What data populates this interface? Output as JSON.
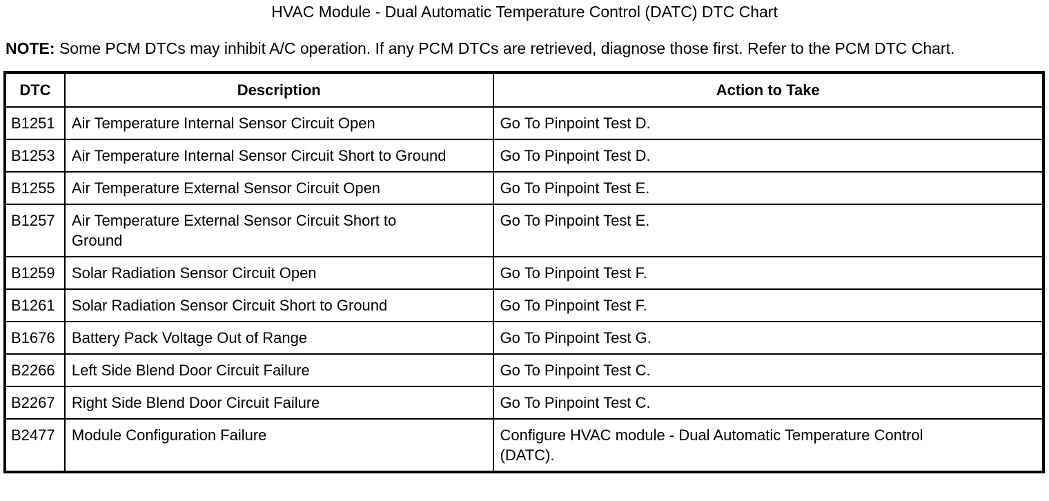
{
  "title": "HVAC Module - Dual Automatic Temperature Control (DATC) DTC Chart",
  "note": {
    "label": "NOTE:",
    "text": " Some PCM DTCs may inhibit A/C operation. If any PCM DTCs are retrieved, diagnose those first. Refer to the PCM DTC Chart."
  },
  "table": {
    "headers": [
      "DTC",
      "Description",
      "Action to Take"
    ],
    "rows": [
      {
        "dtc": "B1251",
        "description": "Air Temperature Internal Sensor Circuit Open",
        "action": "Go To Pinpoint Test D."
      },
      {
        "dtc": "B1253",
        "description": "Air Temperature Internal Sensor Circuit Short to Ground",
        "action": "Go To Pinpoint Test D."
      },
      {
        "dtc": "B1255",
        "description": "Air Temperature External Sensor Circuit Open",
        "action": "Go To Pinpoint Test E."
      },
      {
        "dtc": "B1257",
        "description": "Air Temperature External Sensor Circuit Short to Ground",
        "action": "Go To Pinpoint Test E."
      },
      {
        "dtc": "B1259",
        "description": "Solar Radiation Sensor Circuit Open",
        "action": "Go To Pinpoint Test F."
      },
      {
        "dtc": "B1261",
        "description": "Solar Radiation Sensor Circuit Short to Ground",
        "action": "Go To Pinpoint Test F."
      },
      {
        "dtc": "B1676",
        "description": "Battery Pack Voltage Out of Range",
        "action": "Go To Pinpoint Test G."
      },
      {
        "dtc": "B2266",
        "description": "Left Side Blend Door Circuit Failure",
        "action": "Go To Pinpoint Test C."
      },
      {
        "dtc": "B2267",
        "description": "Right Side Blend Door Circuit Failure",
        "action": "Go To Pinpoint Test C."
      },
      {
        "dtc": "B2477",
        "description": "Module Configuration Failure",
        "action": "Configure HVAC module - Dual Automatic Temperature Control (DATC)."
      }
    ]
  }
}
